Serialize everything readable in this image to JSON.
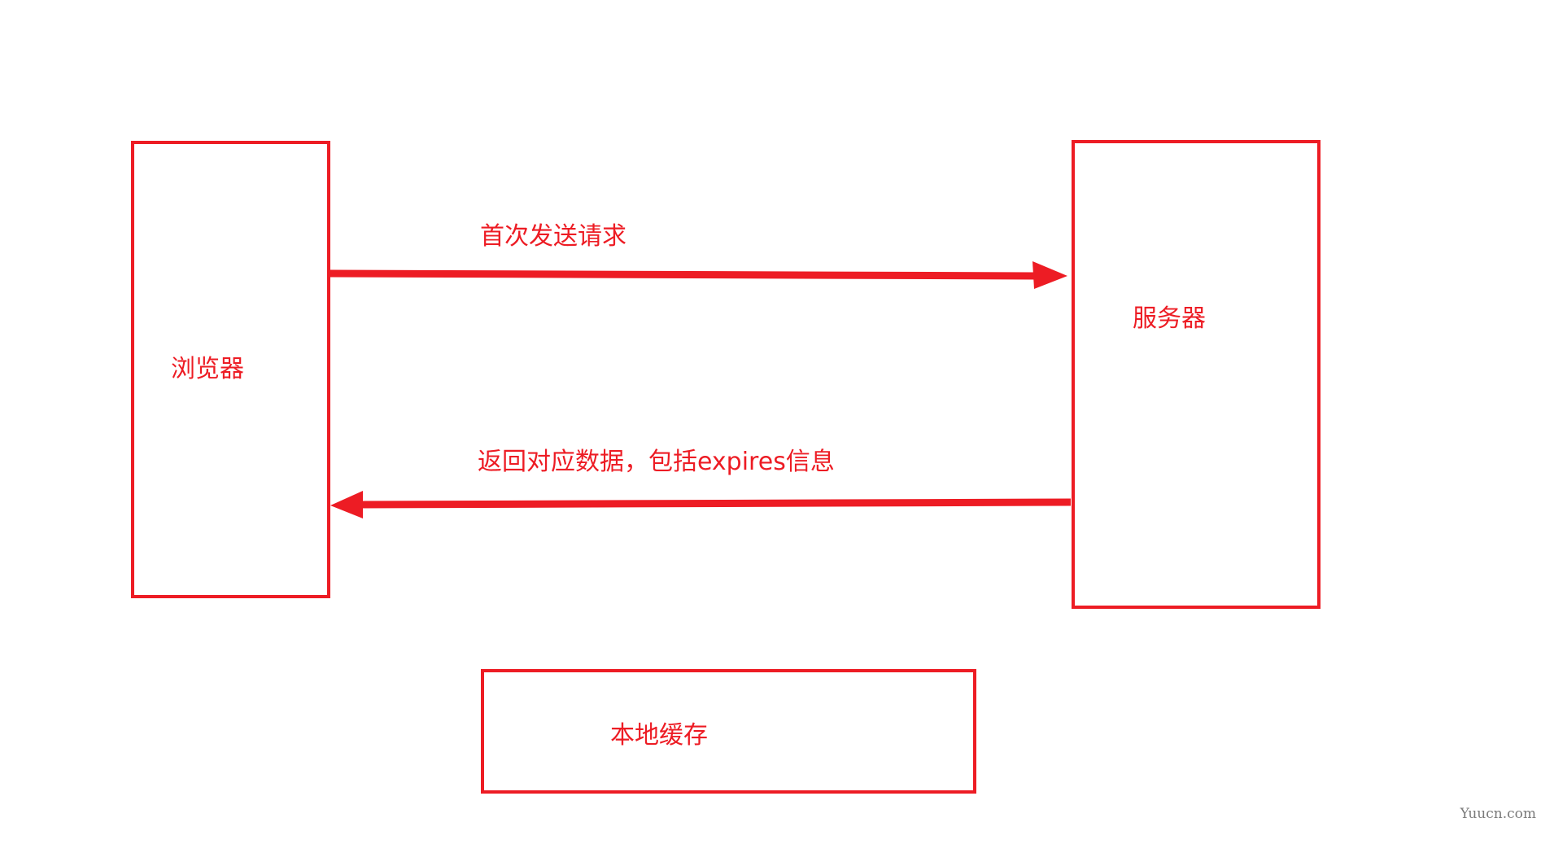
{
  "nodes": {
    "browser": "浏览器",
    "server": "服务器",
    "cache": "本地缓存"
  },
  "edges": {
    "request": "首次发送请求",
    "response": "返回对应数据，包括expires信息"
  },
  "watermark": "Yuucn.com",
  "colors": {
    "stroke": "#ed1c24",
    "watermark": "#7a7a7a"
  }
}
